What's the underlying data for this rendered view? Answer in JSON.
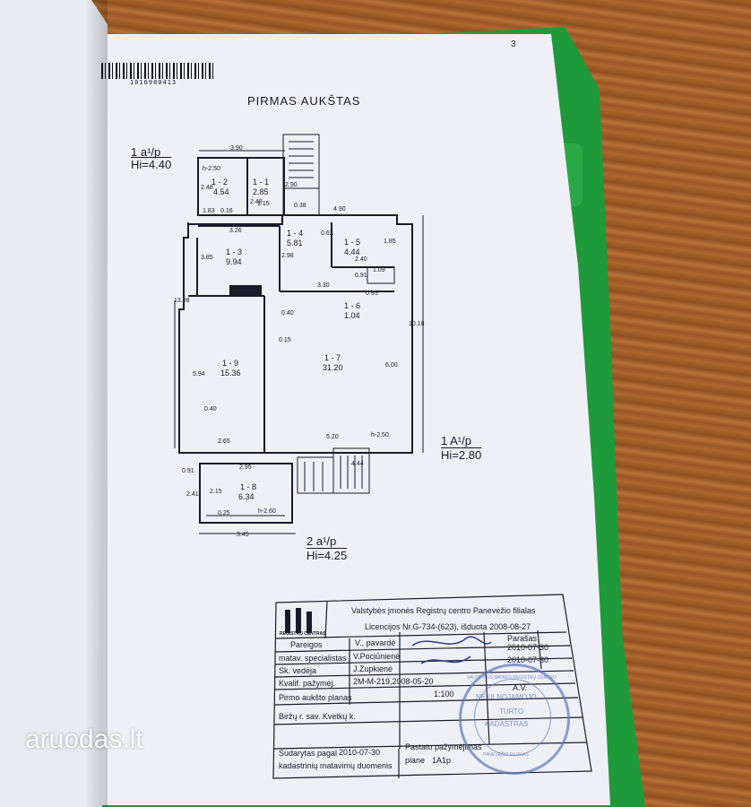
{
  "page_number": "3",
  "barcode_number": "1016980413",
  "plan_title": "PIRMAS AUKŠTAS",
  "corner_labels": {
    "top_left_code": "1 a¹/p",
    "top_left_height": "Hi=4.40",
    "right_code": "1 A¹/p",
    "right_height": "Hi=2.80",
    "bottom_code": "2 a¹/p",
    "bottom_height": "Hi=4.25"
  },
  "rooms": [
    {
      "id": "1 - 2",
      "area": "4.54"
    },
    {
      "id": "1 - 1",
      "area": "2.85"
    },
    {
      "id": "1 - 3",
      "area": "9.94"
    },
    {
      "id": "1 - 4",
      "area": "5.81"
    },
    {
      "id": "1 - 5",
      "area": "4.44"
    },
    {
      "id": "1 - 6",
      "area": "1.04"
    },
    {
      "id": "1 - 9",
      "area": "15.36"
    },
    {
      "id": "1 - 7",
      "area": "31.20"
    },
    {
      "id": "1 - 8",
      "area": "6.34"
    }
  ],
  "dimensions": [
    "3.90",
    "h-2.50",
    "2.48",
    "1.83",
    "0.16",
    "1.15",
    "0.38",
    "2.90",
    "3.26",
    "4.90",
    "2.48",
    "2.98",
    "0.62",
    "1.85",
    "2.40",
    "3.85",
    "0.91",
    "1.09",
    "0.95",
    "3.30",
    "13.08",
    "0.40",
    "0.15",
    "10.18",
    "5.94",
    "6.00",
    "0.40",
    "2.65",
    "5.20",
    "h-2.50",
    "0.91",
    "2.95",
    "4.44",
    "2.41",
    "2.15",
    "0.25",
    "h-2.60",
    "3.45"
  ],
  "title_block": {
    "organization": "Valstybės įmonės Registrų centro Panevėžio filialas",
    "license": "Licencijos Nr.G-734-(623), išduota 2008-08-27",
    "logo_text": "REGISTRŲ CENTRAS",
    "col_position": "Pareigos",
    "col_name": "V., pavardė",
    "col_signature": "Parašas",
    "date_value": "2010-07-30",
    "row1_role": "matav. specialistas",
    "row1_name": "V.Pociūnienė",
    "row2_role": "Sk. vedėja",
    "row2_name": "J.Zupkienė",
    "row2_date": "2010-07-30",
    "row3_role": "Kvalif. pažymėj.",
    "row3_value": "2M-M-219,2008-05-20",
    "plan_name": "Pirmo aukšto planas",
    "scale": "1:100",
    "av": "A.V.",
    "location": "Biržų r. sav. Kvetkų k.",
    "compiled_label": "Sudarytas pagal",
    "compiled_date": "2010-07-30",
    "compiled_source": "kadastrinių matavimų duomenis",
    "certificate_label": "Pastato pažymėjimas",
    "certificate_plane": "plane",
    "certificate_code": "1A1p"
  },
  "stamp_lines": [
    "VALSTYBĖS ĮMONĖS REGISTRŲ CENTRO",
    "NEKILNOJAMOJO",
    "TURTO",
    "KADASTRAS",
    "PANEVĖŽIO FILIALAS"
  ],
  "watermark": "aruodas.lt",
  "colors": {
    "wood": "#a0612e",
    "folder_green": "#1f9a3a",
    "paper": "#eef0f6",
    "ink": "#1a1a2a",
    "stamp_blue": "#5a7ab8"
  }
}
